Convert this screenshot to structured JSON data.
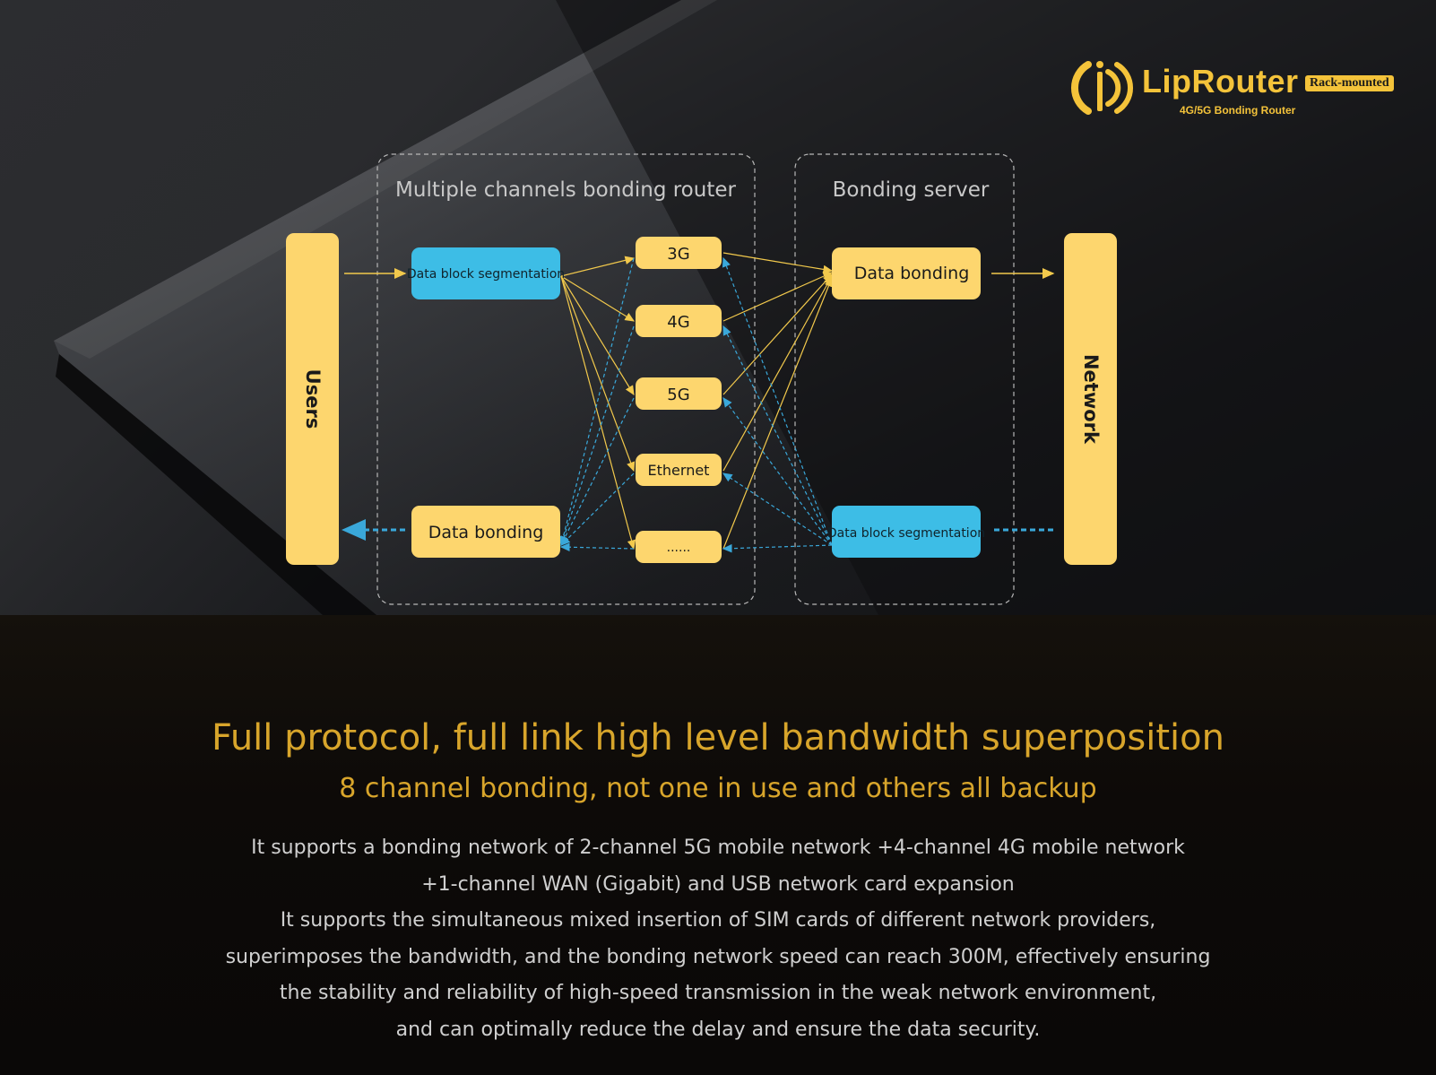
{
  "brand": {
    "name": "LipRouter",
    "badge": "Rack-mounted",
    "subtitle": "4G/5G Bonding Router",
    "accent": "#f4c33a"
  },
  "diagram": {
    "router_group_title": "Multiple channels bonding router",
    "server_group_title": "Bonding server",
    "users_label": "Users",
    "network_label": "Network",
    "router_segmentation": "Data block segmentation",
    "router_bonding": "Data bonding",
    "server_bonding": "Data bonding",
    "server_segmentation": "Data block segmentation",
    "channels": [
      "3G",
      "4G",
      "5G",
      "Ethernet",
      "......"
    ],
    "colors": {
      "yellow": "#fdd66e",
      "blue": "#3dbde6",
      "upload_line": "#f2c94c",
      "download_line": "#3aa8da"
    }
  },
  "text": {
    "headline": "Full protocol, full link high level bandwidth superposition",
    "subheadline": "8 channel bonding, not one in use and others all backup",
    "description": [
      "It supports a bonding network of 2-channel 5G mobile network +4-channel 4G mobile network",
      "+1-channel WAN (Gigabit) and USB network card expansion",
      "It supports the simultaneous mixed insertion of SIM cards of different network providers,",
      "superimposes the bandwidth, and the bonding network speed can reach 300M, effectively ensuring",
      "the stability and reliability of high-speed transmission in the weak network environment,",
      "and can optimally reduce the delay and ensure the data security."
    ]
  }
}
